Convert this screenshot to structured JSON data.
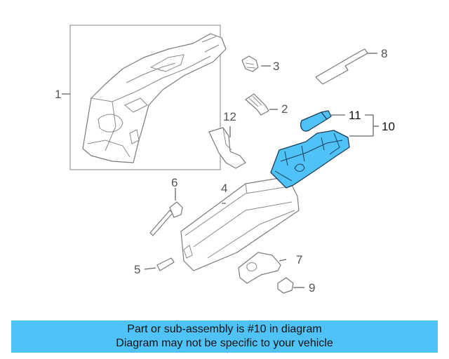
{
  "callouts": {
    "c1": "1",
    "c2": "2",
    "c3": "3",
    "c4": "4",
    "c5": "5",
    "c6": "6",
    "c7": "7",
    "c8": "8",
    "c9": "9",
    "c10": "10",
    "c11": "11",
    "c12": "12"
  },
  "highlighted_part": "10",
  "colors": {
    "highlight": "#4fc3f7",
    "banner": "#4fc3f7",
    "outline": "#7a7a7a"
  },
  "banner": {
    "line1": "Part or sub-assembly is #10 in diagram",
    "line2": "Diagram may not be specific to your vehicle"
  }
}
